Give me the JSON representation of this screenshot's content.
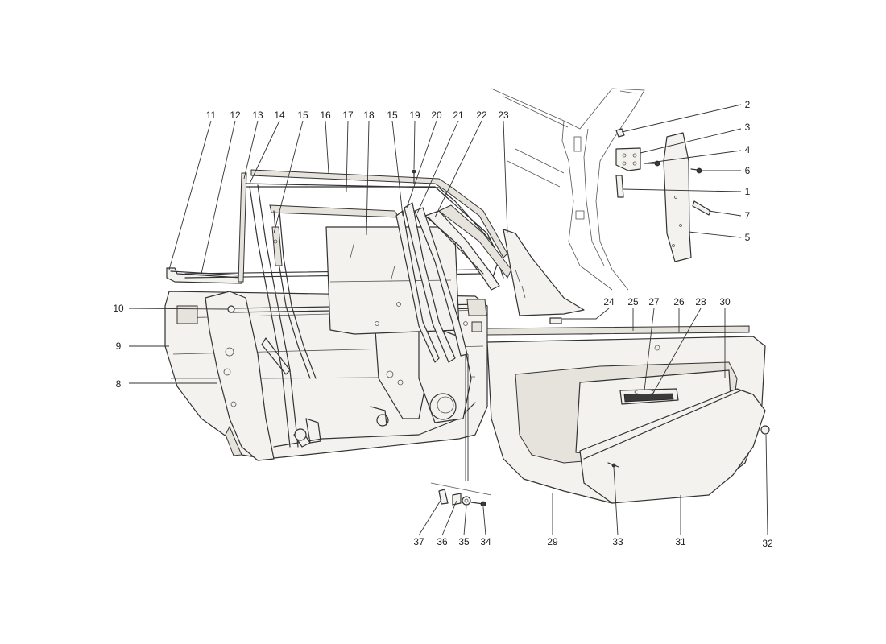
{
  "callouts": [
    {
      "n": "11"
    },
    {
      "n": "12"
    },
    {
      "n": "13"
    },
    {
      "n": "14"
    },
    {
      "n": "15"
    },
    {
      "n": "16"
    },
    {
      "n": "17"
    },
    {
      "n": "18"
    },
    {
      "n": "15"
    },
    {
      "n": "19"
    },
    {
      "n": "20"
    },
    {
      "n": "21"
    },
    {
      "n": "22"
    },
    {
      "n": "23"
    },
    {
      "n": "2"
    },
    {
      "n": "3"
    },
    {
      "n": "4"
    },
    {
      "n": "6"
    },
    {
      "n": "1"
    },
    {
      "n": "7"
    },
    {
      "n": "5"
    },
    {
      "n": "10"
    },
    {
      "n": "9"
    },
    {
      "n": "8"
    },
    {
      "n": "24"
    },
    {
      "n": "25"
    },
    {
      "n": "27"
    },
    {
      "n": "26"
    },
    {
      "n": "28"
    },
    {
      "n": "30"
    },
    {
      "n": "37"
    },
    {
      "n": "36"
    },
    {
      "n": "35"
    },
    {
      "n": "34"
    },
    {
      "n": "29"
    },
    {
      "n": "33"
    },
    {
      "n": "31"
    },
    {
      "n": "32"
    }
  ]
}
